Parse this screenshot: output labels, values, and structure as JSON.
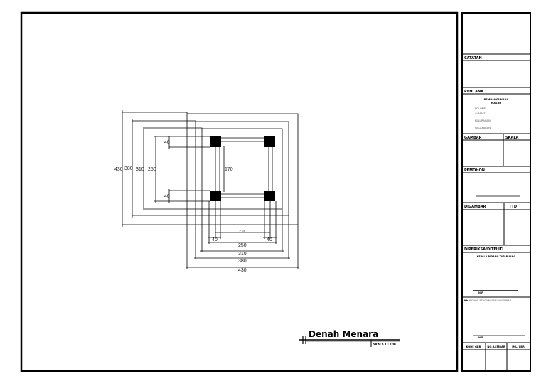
{
  "drawing": {
    "title": "Denah Menara",
    "scale": "SKALA 1 : 100",
    "dimensions": {
      "vertical": [
        "430",
        "380",
        "310",
        "250",
        "40",
        "170",
        "40"
      ],
      "horizontal": [
        "210",
        "40",
        "40",
        "250",
        "310",
        "380",
        "430"
      ]
    }
  },
  "title_block": {
    "catatan": "CATATAN",
    "rencana": "RENCANA",
    "project_line1": "PEMBANGUNANA",
    "project_line2": "MASJID",
    "volume": "VOLUME",
    "alamat": "ALAMAT",
    "kelurahan": "KELURAHAN",
    "kecamatan": "KECAMATAN",
    "gambar": "GAMBAR",
    "skala": "SKALA",
    "pemohon": "PEMOHON",
    "digambar": "DIGAMBAR",
    "ttd": "TTD",
    "diperiksa": "DIPERIKSA/DITELITI",
    "kepala": "KEPALA BIDANG TATARUANG",
    "nip1": "NIP.",
    "kabid_prefix": "Kb.",
    "kabid": "BIDANG PENGAWASAN BANGUNAN",
    "nip2": "NIP.",
    "kode": "KODE GBR",
    "lembar": "NO. LEMBAR",
    "jml": "JML. LBR"
  }
}
